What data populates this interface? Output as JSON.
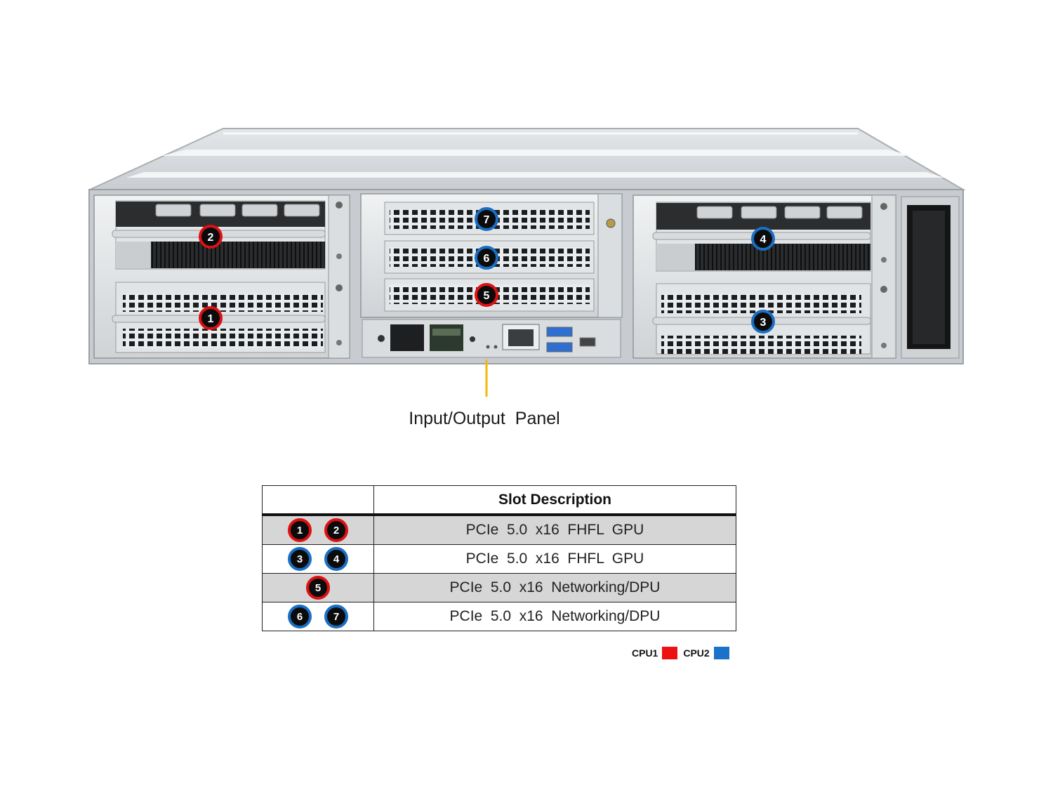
{
  "io_panel_label": "Input/Output  Panel",
  "table": {
    "header_empty": "",
    "header": "Slot Description",
    "rows": [
      {
        "slots": [
          "1",
          "2"
        ],
        "cpu": "CPU1",
        "desc": "PCIe  5.0  x16  FHFL  GPU"
      },
      {
        "slots": [
          "3",
          "4"
        ],
        "cpu": "CPU2",
        "desc": "PCIe  5.0  x16  FHFL  GPU"
      },
      {
        "slots": [
          "5"
        ],
        "cpu": "CPU1",
        "desc": "PCIe  5.0  x16  Networking/DPU"
      },
      {
        "slots": [
          "6",
          "7"
        ],
        "cpu": "CPU2",
        "desc": "PCIe  5.0  x16  Networking/DPU"
      }
    ]
  },
  "legend": {
    "cpu1_label": "CPU1",
    "cpu2_label": "CPU2",
    "cpu1_color": "#ee1111",
    "cpu2_color": "#1a73c8"
  },
  "diagram_markers": [
    {
      "label": "1",
      "cpu": "CPU1"
    },
    {
      "label": "2",
      "cpu": "CPU1"
    },
    {
      "label": "3",
      "cpu": "CPU2"
    },
    {
      "label": "4",
      "cpu": "CPU2"
    },
    {
      "label": "5",
      "cpu": "CPU1"
    },
    {
      "label": "6",
      "cpu": "CPU2"
    },
    {
      "label": "7",
      "cpu": "CPU2"
    }
  ]
}
